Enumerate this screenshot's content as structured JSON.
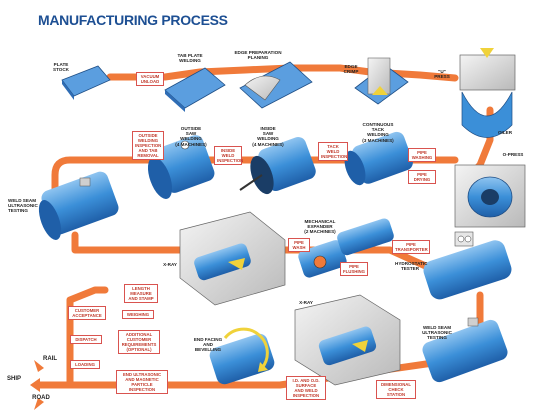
{
  "title": "MANUFACTURING PROCESS",
  "colors": {
    "title": "#1d4f93",
    "flow": "#f07a3a",
    "pipe": "#3b8fd8",
    "box_border": "#d9534f",
    "box_text": "#c0392b"
  },
  "labels": {
    "plate_stock": "PLATE\nSTOCK",
    "tab_plate": "TAB PLATE\nWELDING",
    "edge_prep": "EDGE PREPARATION\nPLANING",
    "edge_crimp": "EDGE\nCRIMP",
    "u_press": "\"U\" PRESS",
    "oiler": "OILER",
    "o_press": "O-PRESS",
    "cont_tack": "CONTINUOUS\nTACK\nWELDING\n(3 MACHINES)",
    "inside_saw": "INSIDE\nSAW\nWELDING\n(4 MACHINES)",
    "outside_saw": "OUTSIDE\nSAW\nWELDING\n(4 MACHINES)",
    "weld_seam_left": "WELD SEAM\nULTRASONIC\nTESTING",
    "xray_top": "X-RAY",
    "mech_expander": "MECHANICAL\nEXPANDER\n(2 MACHINES)",
    "hydrostatic": "HYDROSTATIC\nTESTER",
    "weld_seam_right": "WELD SEAM\nULTRASONIC\nTESTING",
    "xray_bottom": "X-RAY",
    "end_facing": "END FACING\nAND\nBEVELLING",
    "rail": "RAIL",
    "ship": "SHIP",
    "road": "ROAD"
  },
  "boxes": {
    "vacuum": "VACUUM\nUNLOAD",
    "outside_welding": "OUTSIDE\nWELDING\nINSPECTION\nAND TAB\nREMOVAL",
    "inside_weld_insp": "INSIDE\nWELD\nINSPECTION",
    "tack_weld_insp": "TACK\nWELD\nINSPECTION",
    "pipe_washing": "PIPE\nWASHING",
    "pipe_drying": "PIPE\nDRYING",
    "pipe_wash": "PIPE\nWASH",
    "pipe_flushing": "PIPE\nFLUSHING",
    "pipe_transporter": "PIPE\nTRANSPORTER",
    "length_measure": "LENGTH\nMEASURE\nAND STAMP",
    "customer_acceptance": "CUSTOMER\nACCEPTANCE",
    "weighing": "WEIGHING",
    "additional_customer": "ADDITIONAL\nCUSTOMER\nREQUIREMENTS\n(OPTIONAL)",
    "dispatch": "DISPATCH",
    "loading": "LOADING",
    "end_ultrasonic": "END ULTRASONIC\nAND MAGNETIC\nPARTICLE\nINSPECTION",
    "id_od_surface": "I.D. AND O.D.\nSURFACE\nAND WELD\nINSPECTION",
    "dimensional_check": "DIMENSIONAL\nCHECK\nSTATION"
  }
}
